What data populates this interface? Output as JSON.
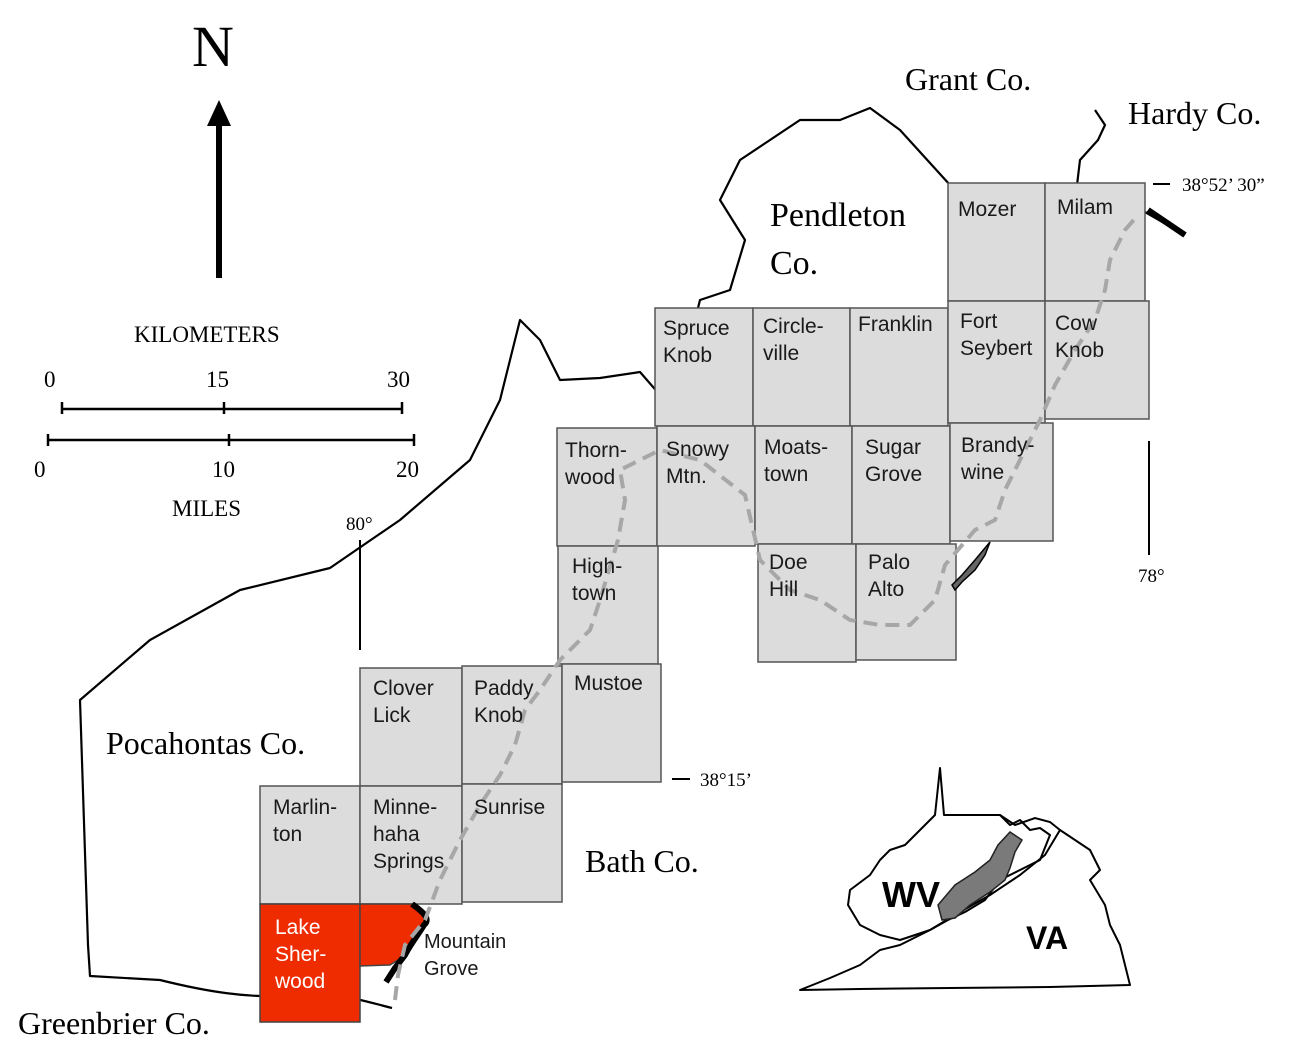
{
  "north": {
    "letter": "N"
  },
  "scale": {
    "km_title": "KILOMETERS",
    "km_ticks": [
      "0",
      "15",
      "30"
    ],
    "mi_ticks": [
      "0",
      "10",
      "20"
    ],
    "mi_title": "MILES"
  },
  "counties": {
    "grant": "Grant Co.",
    "hardy": "Hardy Co.",
    "pendleton_1": "Pendleton",
    "pendleton_2": "Co.",
    "pocahontas": "Pocahontas Co.",
    "bath": "Bath Co.",
    "greenbrier": "Greenbrier Co."
  },
  "coordinates": {
    "lat_north": "38°52’ 30”",
    "lat_south": "38°15’",
    "lon_west": "80°",
    "lon_east": "78°"
  },
  "quads": [
    {
      "id": "mozer",
      "lines": [
        "Mozer"
      ]
    },
    {
      "id": "milam",
      "lines": [
        "Milam"
      ]
    },
    {
      "id": "spruce-knob",
      "lines": [
        "Spruce",
        "Knob"
      ]
    },
    {
      "id": "circleville",
      "lines": [
        "Circle-",
        "ville"
      ]
    },
    {
      "id": "franklin",
      "lines": [
        "Franklin"
      ]
    },
    {
      "id": "fort-seybert",
      "lines": [
        "Fort",
        "Seybert"
      ]
    },
    {
      "id": "cow-knob",
      "lines": [
        "Cow",
        "Knob"
      ]
    },
    {
      "id": "thornwood",
      "lines": [
        "Thorn-",
        "wood"
      ]
    },
    {
      "id": "snowy-mtn",
      "lines": [
        "Snowy",
        "Mtn."
      ]
    },
    {
      "id": "moatstown",
      "lines": [
        "Moats-",
        "town"
      ]
    },
    {
      "id": "sugar-grove",
      "lines": [
        "Sugar",
        "Grove"
      ]
    },
    {
      "id": "brandywine",
      "lines": [
        "Brandy-",
        "wine"
      ]
    },
    {
      "id": "hightown",
      "lines": [
        "High-",
        "town"
      ]
    },
    {
      "id": "doe-hill",
      "lines": [
        "Doe",
        "Hill"
      ]
    },
    {
      "id": "palo-alto",
      "lines": [
        "Palo",
        "Alto"
      ]
    },
    {
      "id": "clover-lick",
      "lines": [
        "Clover",
        "Lick"
      ]
    },
    {
      "id": "paddy-knob",
      "lines": [
        "Paddy",
        "Knob"
      ]
    },
    {
      "id": "mustoe",
      "lines": [
        "Mustoe"
      ]
    },
    {
      "id": "marlinton",
      "lines": [
        "Marlin-",
        "ton"
      ]
    },
    {
      "id": "minnehaha-springs",
      "lines": [
        "Minne-",
        "haha",
        "Springs"
      ]
    },
    {
      "id": "sunrise",
      "lines": [
        "Sunrise"
      ]
    },
    {
      "id": "lake-sherwood",
      "lines": [
        "Lake",
        "Sher-",
        "wood"
      ]
    }
  ],
  "mountain_grove": [
    "Mountain",
    "Grove"
  ],
  "inset": {
    "wv": "WV",
    "va": "VA"
  },
  "colors": {
    "quad_fill": "#dcdcdc",
    "highlight": "#ef2b00",
    "trail": "#a7a7a7"
  }
}
